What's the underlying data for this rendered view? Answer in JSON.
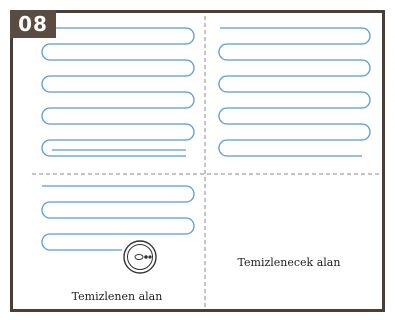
{
  "badge": {
    "text": "08"
  },
  "labels": {
    "cleaned_area": "Temizlenen alan",
    "area_to_clean": "Temizlenecek alan"
  },
  "colors": {
    "frame": "#4a3f36",
    "badge_bg": "#5a4c40",
    "path": "#5b9bd5",
    "divider": "#8a8a8a",
    "robot_outline": "#333333"
  },
  "icons": {
    "robot": "robot-vacuum-icon"
  }
}
